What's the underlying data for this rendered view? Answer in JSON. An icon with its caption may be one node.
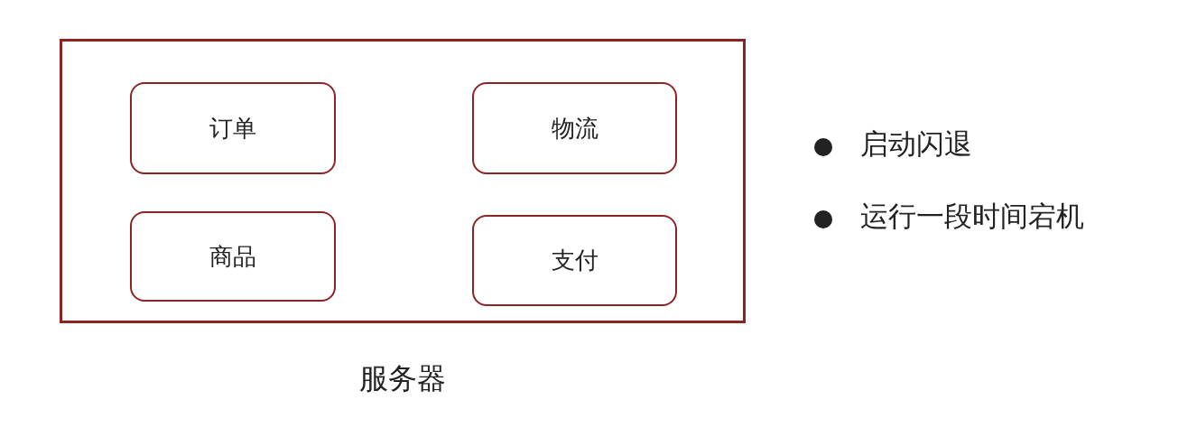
{
  "diagram": {
    "nodes": [
      {
        "text": [],
        "shape": "box",
        "beside": [
          "服务器"
        ]
      },
      {
        "text": [
          "订单"
        ],
        "in": 0
      },
      {
        "text": [
          "物流"
        ],
        "in": 0
      },
      {
        "text": [
          "商品"
        ],
        "in": 0
      },
      {
        "text": [
          "支付"
        ],
        "in": 0
      }
    ],
    "labels": [
      "启动闪退",
      "运行一段时间宕机"
    ]
  }
}
